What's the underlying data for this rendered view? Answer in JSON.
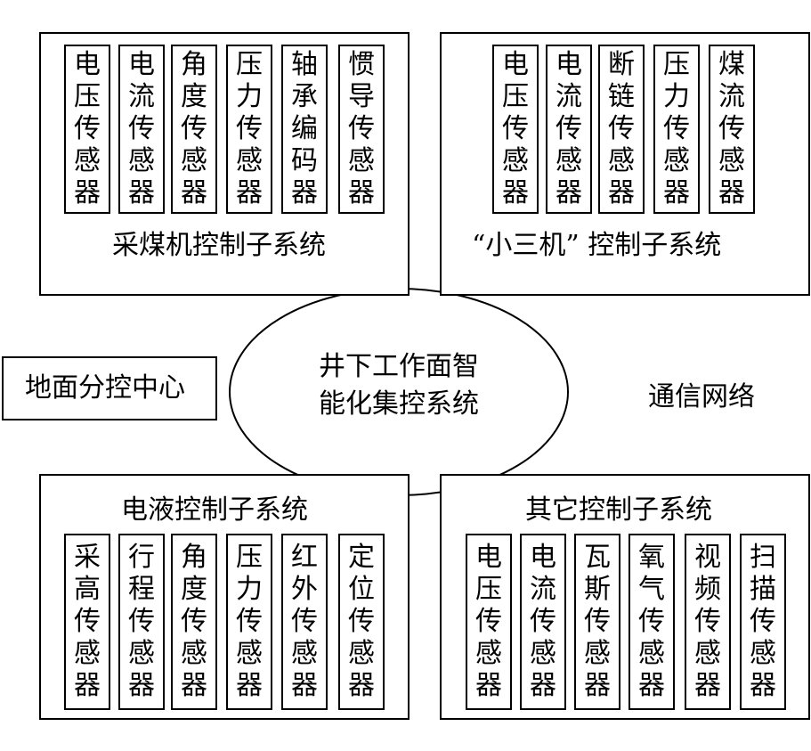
{
  "diagram": {
    "center": {
      "line1": "井下工作面智",
      "line2": "能化集控系统"
    },
    "ground_center": "地面分控中心",
    "network_label": "通信网络",
    "subsystems": {
      "shearer": {
        "title": "采煤机控制子系统",
        "sensors": [
          "电压传感器",
          "电流传感器",
          "角度传感器",
          "压力传感器",
          "轴承编码器",
          "惯导传感器"
        ]
      },
      "small_three": {
        "title": "“小三机” 控制子系统",
        "sensors": [
          "电压传感器",
          "电流传感器",
          "断链传感器",
          "压力传感器",
          "煤流传感器"
        ]
      },
      "electro_hydraulic": {
        "title": "电液控制子系统",
        "sensors": [
          "采高传感器",
          "行程传感器",
          "角度传感器",
          "压力传感器",
          "红外传感器",
          "定位传感器"
        ]
      },
      "other": {
        "title": "其它控制子系统",
        "sensors": [
          "电压传感器",
          "电流传感器",
          "瓦斯传感器",
          "氧气传感器",
          "视频传感器",
          "扫描传感器"
        ]
      }
    }
  }
}
